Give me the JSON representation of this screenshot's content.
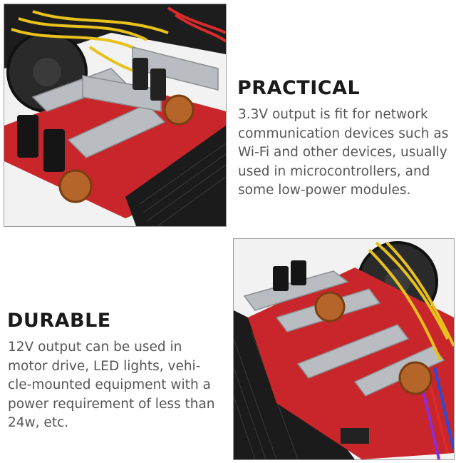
{
  "sections": [
    {
      "heading": "PRACTICAL",
      "lines": [
        "3.3V output is fit for network",
        "communication devices such as",
        "Wi-Fi and other devices, usually",
        "used in microcontrollers, and",
        "some low-power modules."
      ]
    },
    {
      "heading": "DURABLE",
      "lines": [
        "12V output can be used in",
        "motor drive, LED lights, vehi-",
        "cle-mounted equipment with a",
        "power requirement of less than",
        "24w, etc."
      ]
    }
  ],
  "colors": {
    "pcb_red": "#c8262a",
    "heatsink_silver": "#b9bcc0",
    "case_black": "#1b1b1b",
    "wire_yellow": "#e8c21a"
  }
}
